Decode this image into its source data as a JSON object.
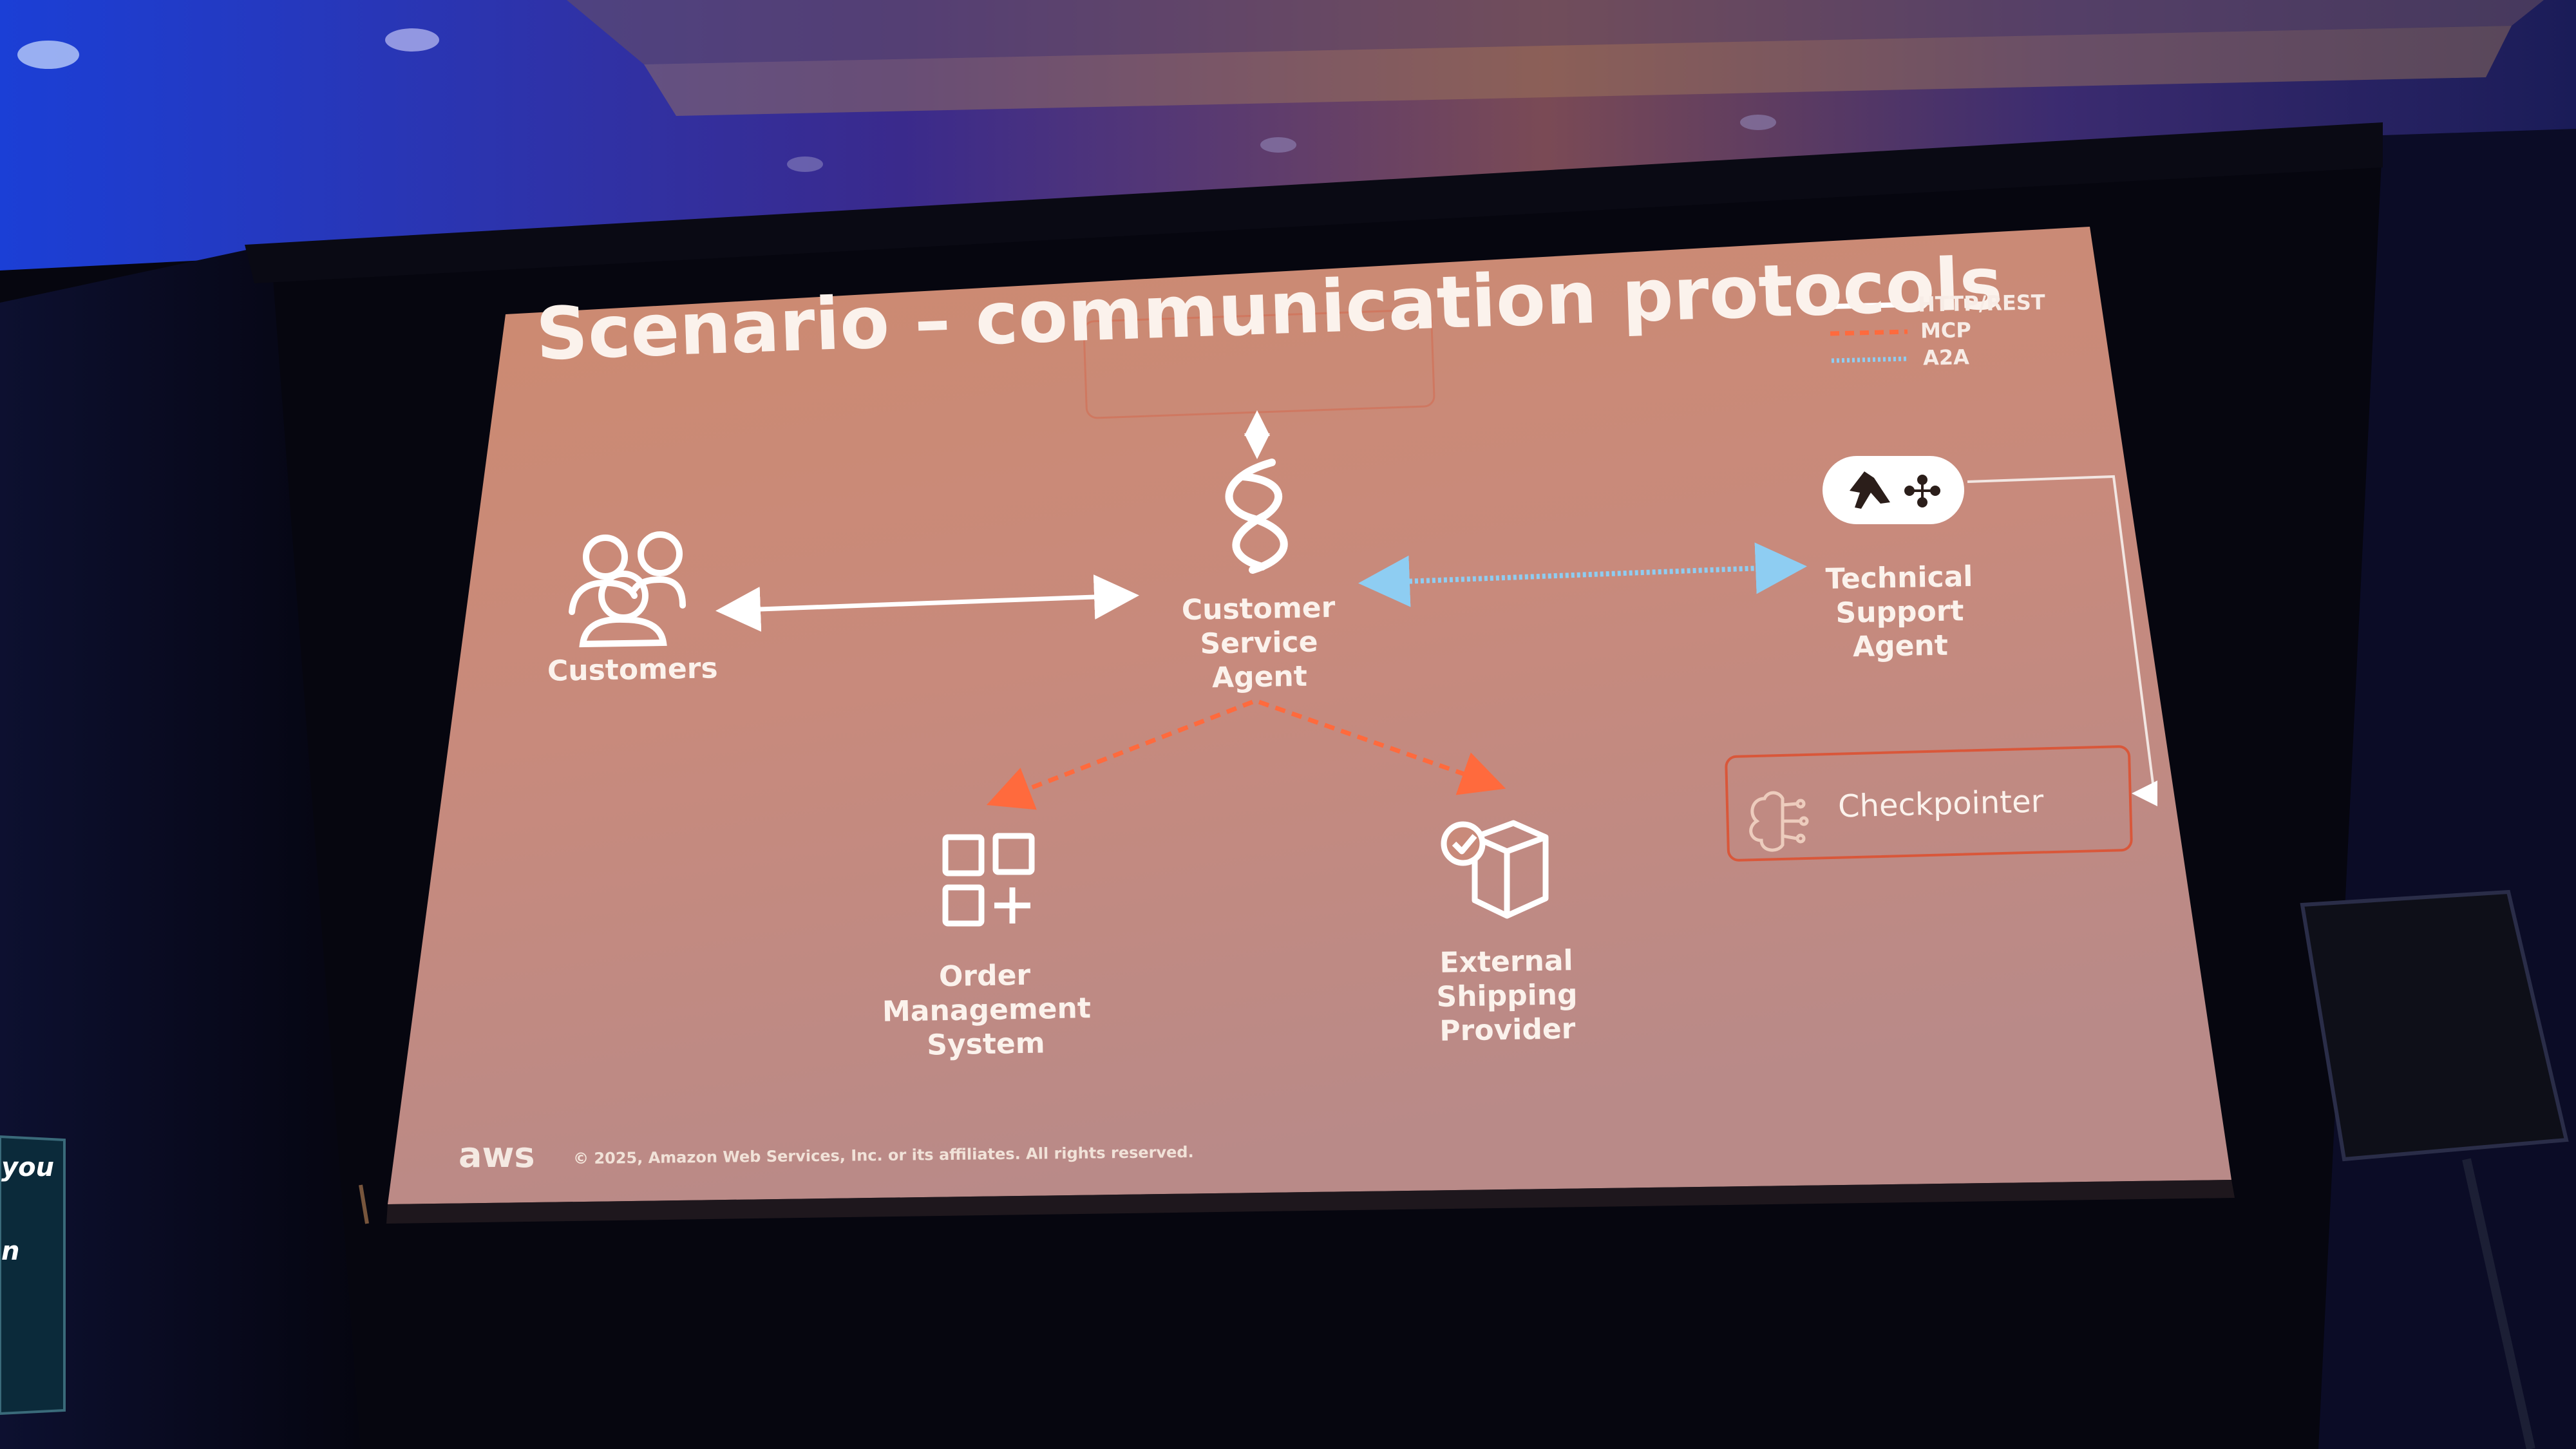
{
  "slide": {
    "title": "Scenario – communication protocols",
    "footer": "© 2025, Amazon Web Services, Inc. or its affiliates. All rights reserved.",
    "logo_text": "aws"
  },
  "legend": [
    {
      "label": "HTTP/REST",
      "style": "solid",
      "color": "#ffffff"
    },
    {
      "label": "MCP",
      "style": "dashed",
      "color": "#ff6a3d"
    },
    {
      "label": "A2A",
      "style": "dotted",
      "color": "#8ecdf2"
    }
  ],
  "nodes": {
    "customers": {
      "label": "Customers",
      "icon": "users-group-icon"
    },
    "customer_service_agent": {
      "label_lines": [
        "Customer",
        "Service",
        "Agent"
      ],
      "icon": "strands-helix-icon"
    },
    "technical_support_agent": {
      "label_lines": [
        "Technical",
        "Support",
        "Agent"
      ],
      "icon": "bird-network-icon"
    },
    "order_management_system": {
      "label_lines": [
        "Order",
        "Management",
        "System"
      ],
      "icon": "grid-plus-icon"
    },
    "external_shipping_provider": {
      "label_lines": [
        "External",
        "Shipping",
        "Provider"
      ],
      "icon": "package-check-icon"
    },
    "checkpointer": {
      "label": "Checkpointer",
      "icon": "brain-icon"
    }
  },
  "connections": [
    {
      "from": "Customers",
      "to": "Customer Service Agent",
      "protocol": "HTTP/REST"
    },
    {
      "from": "Customer Service Agent",
      "to": "Technical Support Agent",
      "protocol": "A2A"
    },
    {
      "from": "Customer Service Agent",
      "to": "Order Management System",
      "protocol": "MCP"
    },
    {
      "from": "Customer Service Agent",
      "to": "External Shipping Provider",
      "protocol": "MCP"
    },
    {
      "from": "Technical Support Agent",
      "to": "Checkpointer",
      "protocol": "HTTP/REST"
    }
  ],
  "colors": {
    "slide_top": "#c98870",
    "slide_bottom": "#b88985",
    "accent_red": "#d9573a",
    "text": "#fbf2ec"
  },
  "side_screen": {
    "lines": [
      "you",
      "n"
    ]
  }
}
